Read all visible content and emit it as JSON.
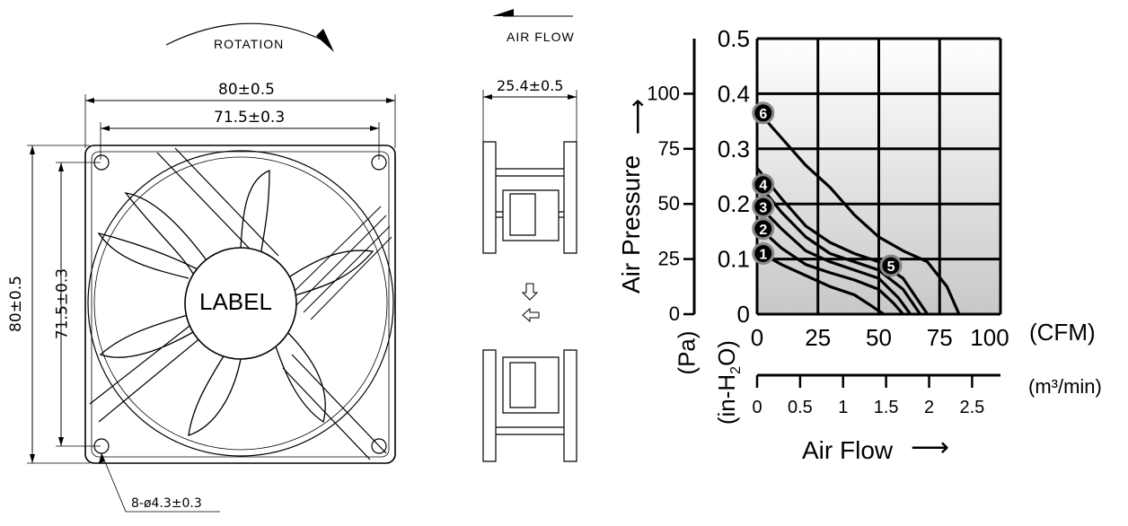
{
  "front_view": {
    "rotation_label": "ROTATION",
    "dim_width_outer": "80±0.5",
    "dim_width_holes": "71.5±0.3",
    "dim_height_outer": "80±0.5",
    "dim_height_holes": "71.5±0.3",
    "hole_callout": "8-ø4.3±0.3",
    "center_label": "LABEL"
  },
  "side_view": {
    "airflow_label": "AIR FLOW",
    "dim_thickness": "25.4±0.5"
  },
  "chart_data": {
    "type": "line",
    "ylabel": "Air Pressure",
    "xlabel": "Air Flow",
    "y_left_unit": "(Pa)",
    "y_mid_unit": "(in-H2O)",
    "x_unit_cfm": "(CFM)",
    "x_unit_m3": "(m³/min)",
    "pa_ticks": [
      "100",
      "75",
      "50",
      "25",
      "0"
    ],
    "inh2o_ticks": [
      "0.5",
      "0.4",
      "0.3",
      "0.2",
      "0.1",
      "0"
    ],
    "cfm_ticks": [
      "0",
      "25",
      "50",
      "75",
      "100"
    ],
    "m3_ticks": [
      "0",
      "0.5",
      "1",
      "1.5",
      "2",
      "2.5"
    ],
    "xlim": [
      0,
      100
    ],
    "ylim": [
      0,
      0.5
    ],
    "grid": true,
    "series": [
      {
        "name": "1",
        "x": [
          0,
          10,
          20,
          30,
          40,
          47,
          52
        ],
        "y": [
          0.115,
          0.09,
          0.07,
          0.05,
          0.035,
          0.015,
          0
        ]
      },
      {
        "name": "2",
        "x": [
          0,
          10,
          20,
          30,
          40,
          50,
          56,
          60
        ],
        "y": [
          0.16,
          0.12,
          0.09,
          0.075,
          0.062,
          0.045,
          0.02,
          0
        ]
      },
      {
        "name": "3",
        "x": [
          0,
          10,
          20,
          30,
          40,
          50,
          58,
          63
        ],
        "y": [
          0.2,
          0.155,
          0.115,
          0.095,
          0.08,
          0.065,
          0.03,
          0
        ]
      },
      {
        "name": "4",
        "x": [
          0,
          10,
          20,
          30,
          40,
          50,
          60,
          67
        ],
        "y": [
          0.24,
          0.185,
          0.14,
          0.11,
          0.095,
          0.08,
          0.045,
          0
        ]
      },
      {
        "name": "5",
        "x": [
          0,
          10,
          20,
          30,
          40,
          50,
          60,
          70
        ],
        "y": [
          0.265,
          0.21,
          0.16,
          0.13,
          0.11,
          0.095,
          0.065,
          0
        ]
      },
      {
        "name": "6",
        "x": [
          0,
          10,
          20,
          30,
          40,
          50,
          60,
          70,
          78,
          83
        ],
        "y": [
          0.37,
          0.32,
          0.27,
          0.23,
          0.18,
          0.14,
          0.115,
          0.095,
          0.05,
          0
        ]
      }
    ],
    "marker_labels": [
      "1",
      "2",
      "3",
      "4",
      "5",
      "6"
    ]
  }
}
